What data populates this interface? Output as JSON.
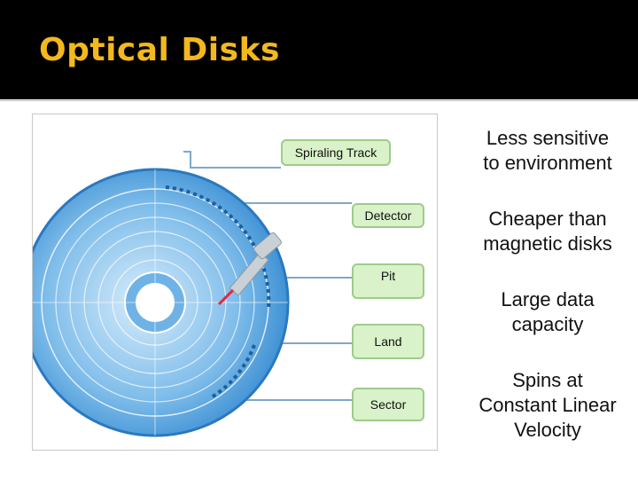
{
  "slide": {
    "title": "Optical Disks"
  },
  "diagram": {
    "labels": {
      "spiraling_track": "Spiraling Track",
      "detector": "Detector",
      "pit": "Pit",
      "land": "Land",
      "sector": "Sector"
    }
  },
  "bullets": [
    {
      "line1": "Less sensitive",
      "line2": "to environment"
    },
    {
      "line1": "Cheaper than",
      "line2": "magnetic disks"
    },
    {
      "line1": "Large data",
      "line2": "capacity"
    },
    {
      "line1": "Spins at",
      "line2": "Constant Linear",
      "line3": "Velocity"
    }
  ],
  "colors": {
    "title": "#f2b81d",
    "header_background": "#000000",
    "callout_fill": "#d9f2c9",
    "disk_blue": "#3a8fd6",
    "laser": "#e8263a"
  }
}
